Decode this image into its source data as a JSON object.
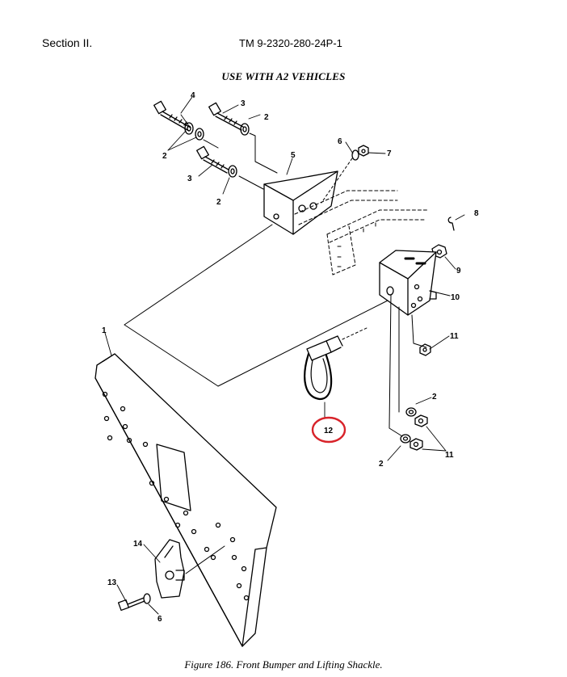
{
  "header": {
    "section": "Section II.",
    "tm_number": "TM 9-2320-280-24P-1"
  },
  "diagram": {
    "subtitle": "USE WITH A2 VEHICLES",
    "callouts": {
      "c1": "1",
      "c2a": "2",
      "c2b": "2",
      "c2c": "2",
      "c2d": "2",
      "c2e": "2",
      "c3a": "3",
      "c3b": "3",
      "c4": "4",
      "c5": "5",
      "c6a": "6",
      "c6b": "6",
      "c7": "7",
      "c8": "8",
      "c9": "9",
      "c10": "10",
      "c11a": "11",
      "c11b": "11",
      "c12": "12",
      "c13": "13",
      "c14": "14"
    },
    "highlight_color": "#d8232a"
  },
  "caption": "Figure 186.  Front Bumper and Lifting Shackle."
}
